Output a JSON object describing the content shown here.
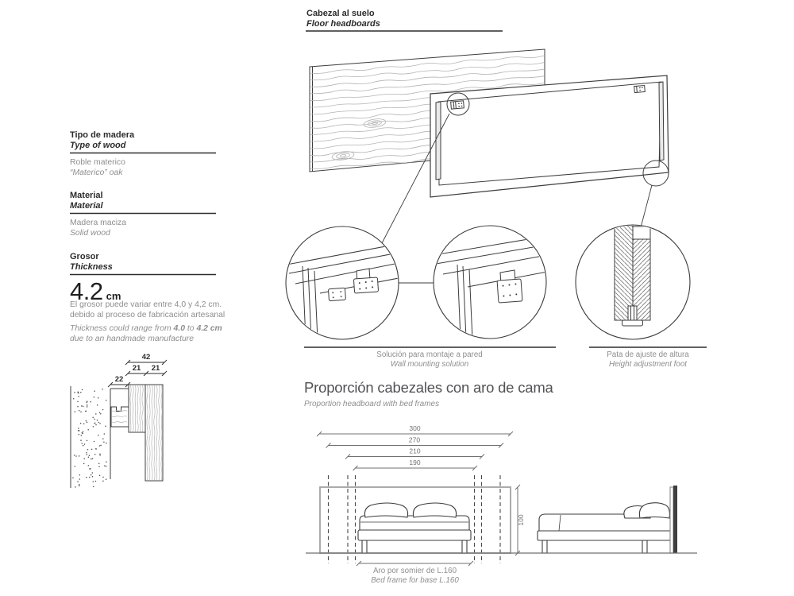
{
  "spec_panel": {
    "wood_type": {
      "heading_es": "Tipo de madera",
      "heading_en": "Type of wood",
      "value_es": "Roble materico",
      "value_en": "“Materico” oak"
    },
    "material": {
      "heading_es": "Material",
      "heading_en": "Material",
      "value_es": "Madera maciza",
      "value_en": "Solid wood"
    },
    "thickness": {
      "heading_es": "Grosor",
      "heading_en": "Thickness",
      "value": "4.2",
      "unit": "cm",
      "note_es_line1": "El grosor puede variar entre 4,0 y 4,2 cm.",
      "note_es_line2": "debido al proceso de fabricación artesanal",
      "note_en_part1": "Thickness could range from ",
      "note_en_bold1": "4.0",
      "note_en_part2": " to ",
      "note_en_bold2": "4.2 cm",
      "note_en_line2": "due to an handmade manufacture"
    }
  },
  "cross_section": {
    "dim_42": "42",
    "dim_21_left": "21",
    "dim_21_right": "21",
    "dim_22": "22"
  },
  "floor_headboards": {
    "title_es": "Cabezal al suelo",
    "title_en": "Floor headboards",
    "wall_caption_es": "Solución para montaje a pared",
    "wall_caption_en": "Wall mounting solution",
    "foot_caption_es": "Pata de ajuste de altura",
    "foot_caption_en": "Height adjustment foot"
  },
  "proportion": {
    "title_es": "Proporción cabezales con aro de cama",
    "title_en": "Proportion headboard with bed frames",
    "dim_300": "300",
    "dim_270": "270",
    "dim_210": "210",
    "dim_190": "190",
    "dim_100": "100",
    "frame_caption_es": "Aro por somier de L.160",
    "frame_caption_en": "Bed frame for base L.160"
  },
  "colors": {
    "ink": "#3c3c3e",
    "gray_text": "#8e8e90",
    "dim_gray": "#707072",
    "grain": "#b3b3b3",
    "headboard_outline_gray": "#a2a2a4"
  }
}
